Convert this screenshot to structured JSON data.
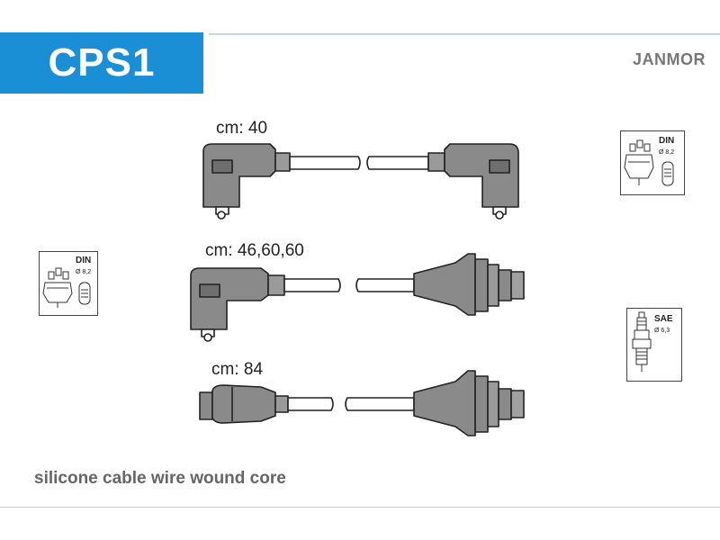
{
  "header": {
    "code": "CPS1",
    "brand": "JANMOR"
  },
  "cables": [
    {
      "label": "cm: 40"
    },
    {
      "label": "cm: 46,60,60"
    },
    {
      "label": "cm: 84"
    }
  ],
  "standards": {
    "left_cap": {
      "name": "DIN",
      "size": "Ø 8,2"
    },
    "right_top_cap": {
      "name": "DIN",
      "size": "Ø 8,2"
    },
    "right_plug": {
      "name": "SAE",
      "size": "Ø 6,3"
    }
  },
  "footer": {
    "description": "silicone cable wire wound core"
  },
  "colors": {
    "accent": "#1a8fd6",
    "part_fill": "#8a8a8a",
    "outline": "#222222"
  }
}
